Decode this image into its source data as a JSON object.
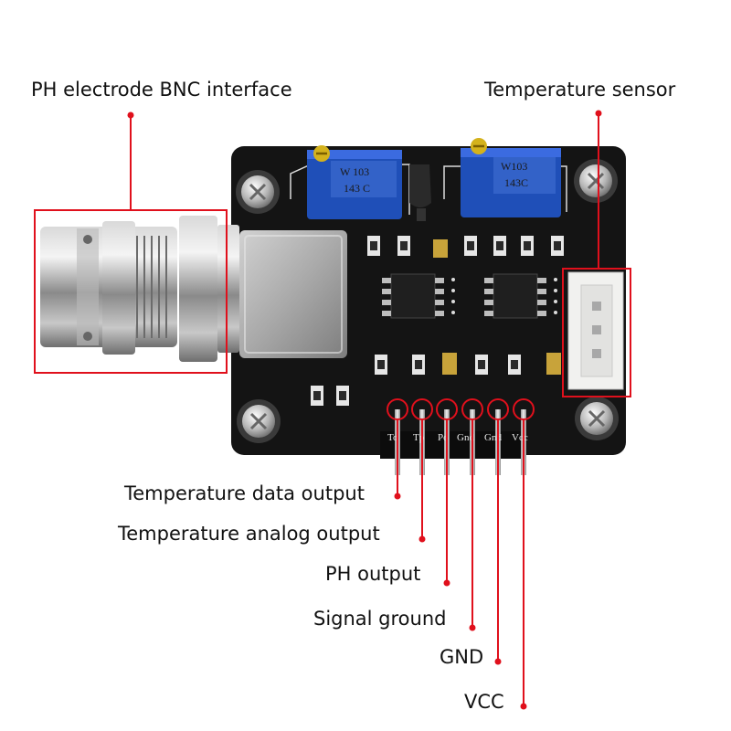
{
  "labels": {
    "bnc": "PH electrode BNC interface",
    "temp_sensor": "Temperature sensor",
    "pins": {
      "to": "Temperature data output",
      "tp": "Temperature analog output",
      "po": "PH output",
      "gnd_signal": "Signal ground",
      "gnd": "GND",
      "vcc": "VCC"
    }
  },
  "board": {
    "pot_left_text": [
      "W 103",
      "143 C"
    ],
    "pot_right_text": [
      "W103",
      "143C"
    ],
    "pin_silk": [
      "To",
      "Tp",
      "Po",
      "Gnd",
      "Gnd",
      "Vcc"
    ]
  },
  "colors": {
    "callout": "#e0101c",
    "pcb": "#141414",
    "pot": "#1f4fb8"
  }
}
